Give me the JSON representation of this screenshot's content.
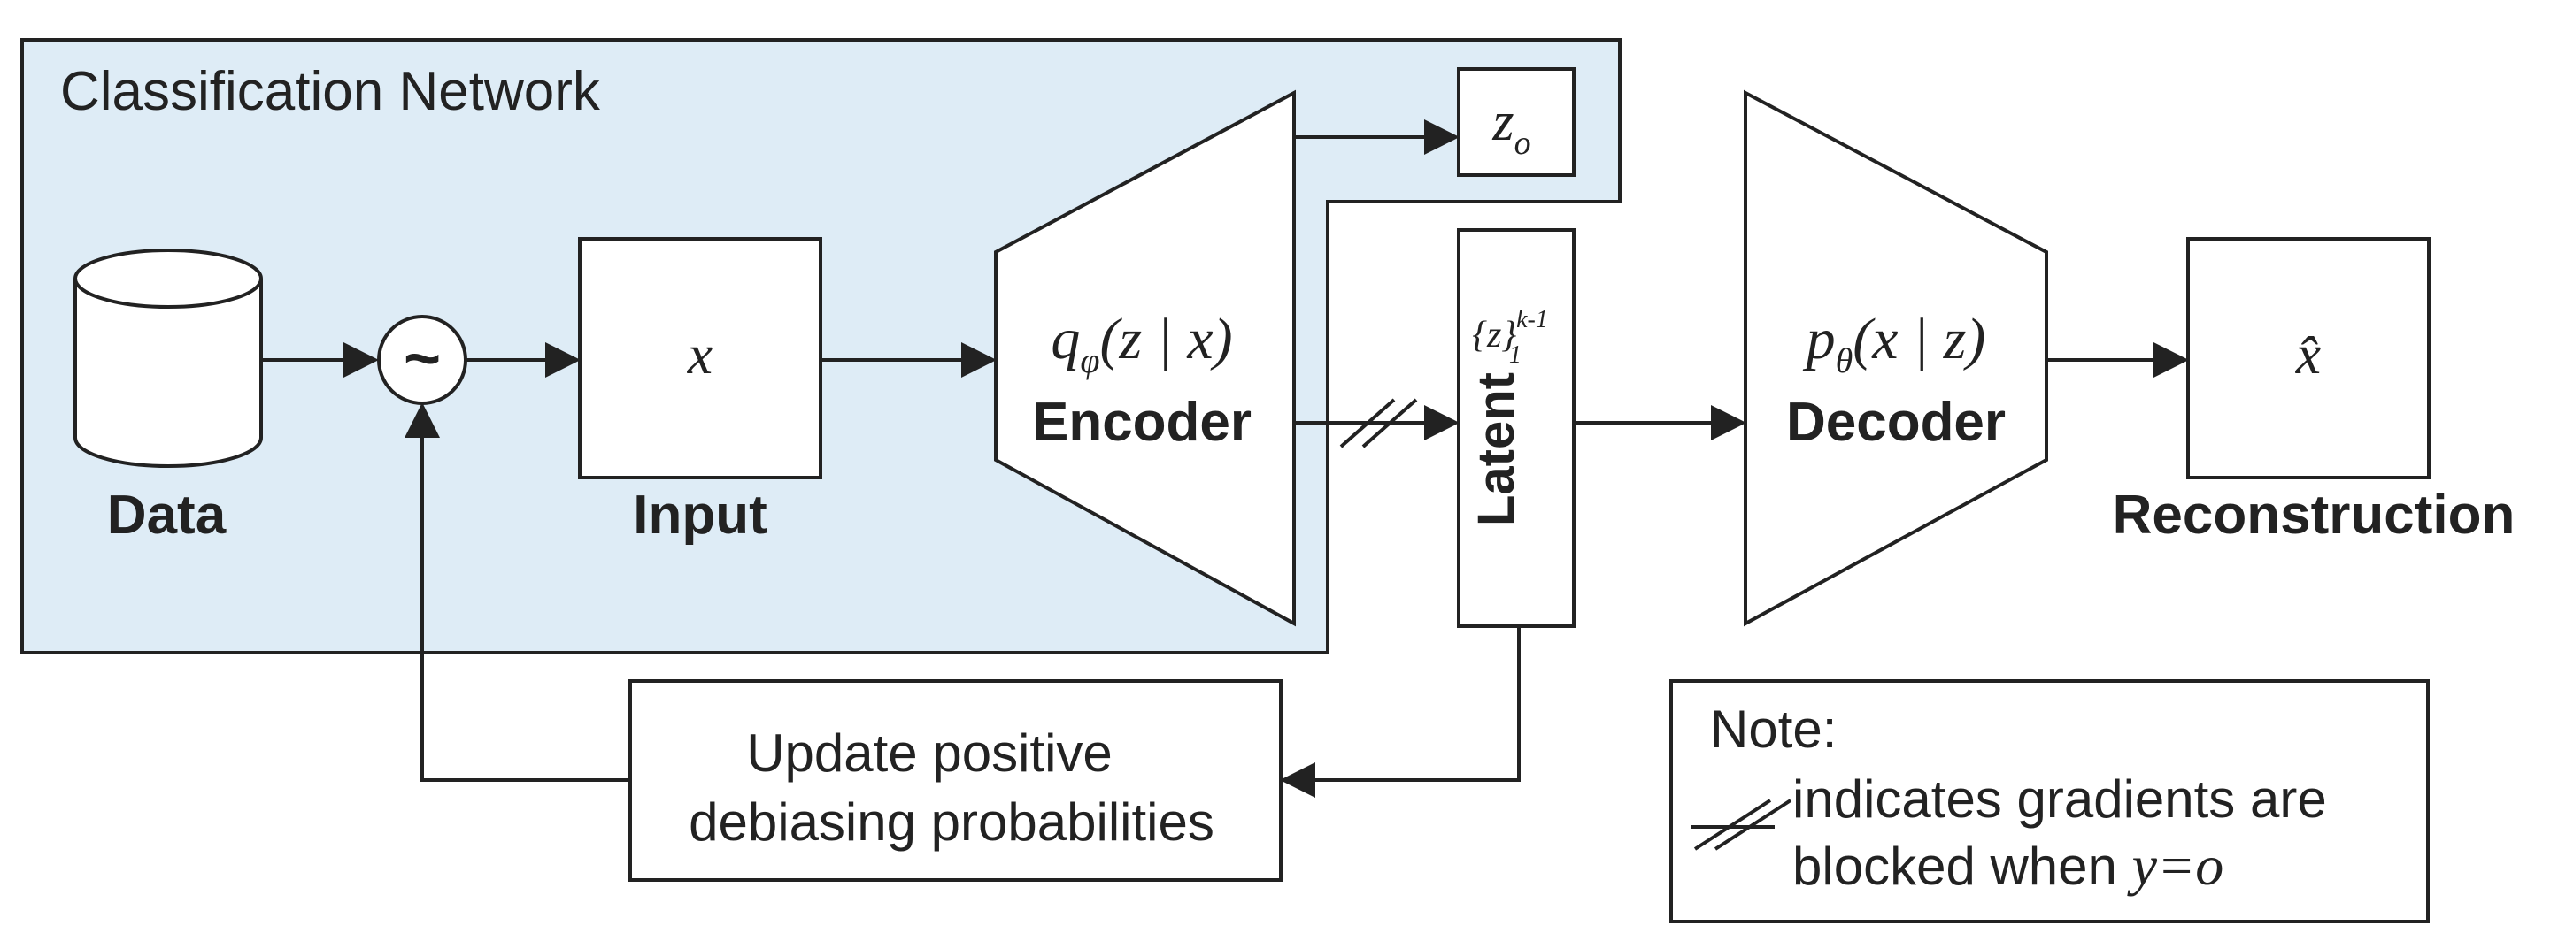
{
  "colors": {
    "network_fill": "#deecf6",
    "stroke": "#222222",
    "box_fill": "#ffffff"
  },
  "classification_network": {
    "title": "Classification Network"
  },
  "data_store": {
    "label": "Data",
    "icon": "database-cylinder-icon"
  },
  "sampler": {
    "symbol": "~"
  },
  "input": {
    "symbol": "x",
    "label": "Input"
  },
  "encoder": {
    "fn": "q",
    "fn_sub": "φ",
    "fn_args": "(z | x)",
    "label": "Encoder"
  },
  "z_output": {
    "symbol": "z",
    "sub": "o"
  },
  "latent": {
    "label": "Latent",
    "set": "{z}",
    "set_sup": "k-1",
    "set_sub": "1"
  },
  "decoder": {
    "fn": "p",
    "fn_sub": "θ",
    "fn_args": "(x | z)",
    "label": "Decoder"
  },
  "reconstruction": {
    "symbol": "x̂",
    "label": "Reconstruction"
  },
  "update_box": {
    "line1": "Update positive",
    "line2": "debiasing probabilities"
  },
  "note": {
    "title": "Note:",
    "line1": "indicates gradients are",
    "line2_prefix": "blocked when ",
    "line2_math": "y=o"
  }
}
